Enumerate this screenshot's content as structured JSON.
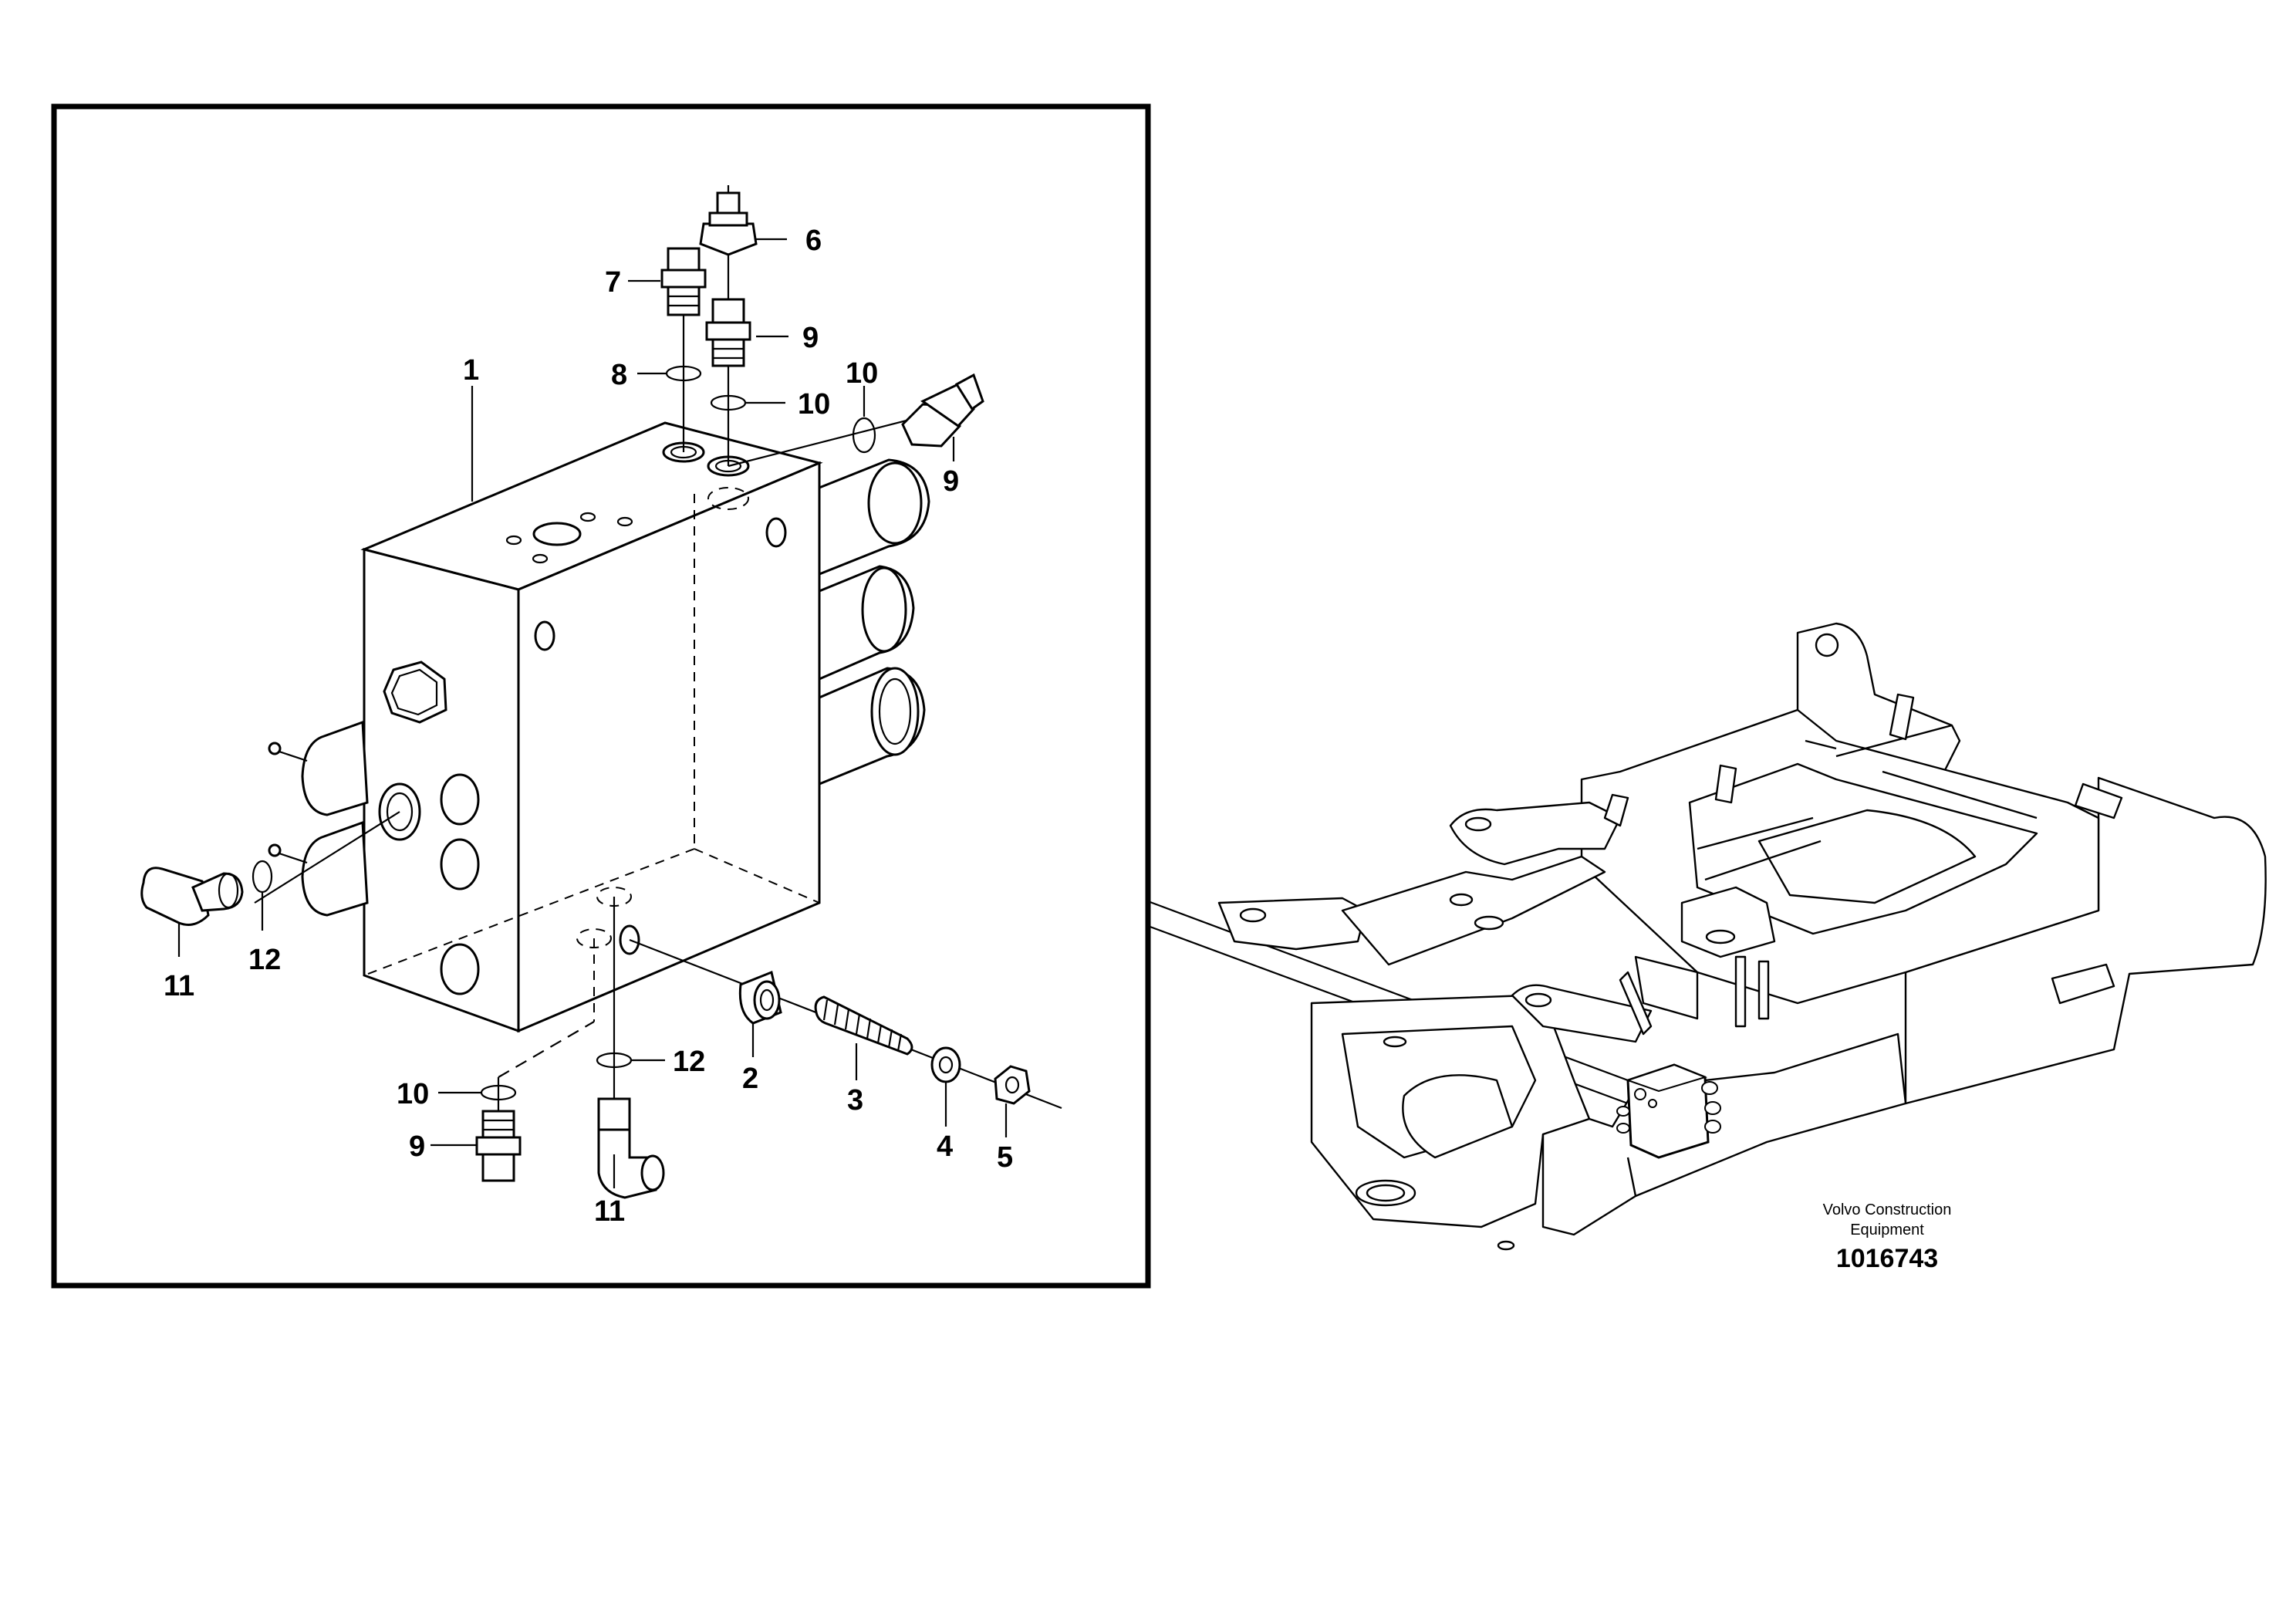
{
  "diagram": {
    "callouts": {
      "c1": "1",
      "c2": "2",
      "c3": "3",
      "c4": "4",
      "c5": "5",
      "c6": "6",
      "c7": "7",
      "c8": "8",
      "c9a": "9",
      "c9b": "9",
      "c9c": "9",
      "c10a": "10",
      "c10b": "10",
      "c10c": "10",
      "c11a": "11",
      "c11b": "11",
      "c12a": "12",
      "c12b": "12"
    },
    "brand_line1": "Volvo Construction",
    "brand_line2": "Equipment",
    "doc_number": "1016743"
  }
}
